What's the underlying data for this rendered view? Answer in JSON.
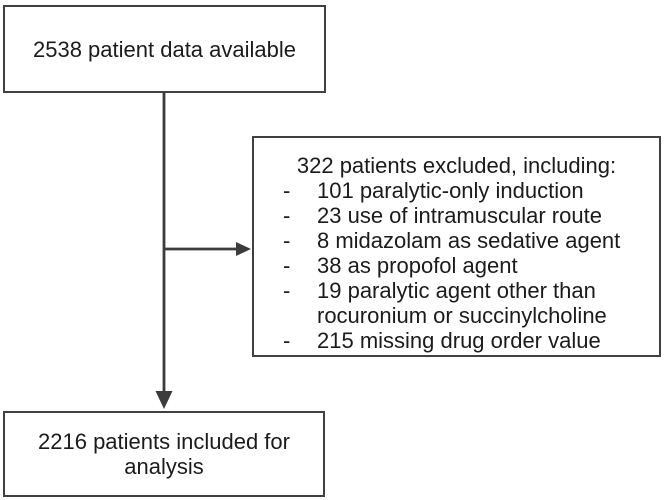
{
  "diagram": {
    "top_box": {
      "label": "2538 patient data available"
    },
    "exclusion_box": {
      "heading": "322 patients excluded, including:",
      "bullet": "-",
      "items": [
        "101 paralytic-only induction",
        "23 use of intramuscular route",
        "8 midazolam as sedative agent",
        "38 as propofol agent",
        "19 paralytic agent other than rocuronium or succinylcholine",
        "215 missing drug order value"
      ]
    },
    "bottom_box": {
      "label": "2216 patients included for analysis"
    },
    "colors": {
      "line": "#3c3c3c",
      "border": "#404040",
      "text": "#1b1b1b",
      "background": "#ffffff"
    }
  }
}
